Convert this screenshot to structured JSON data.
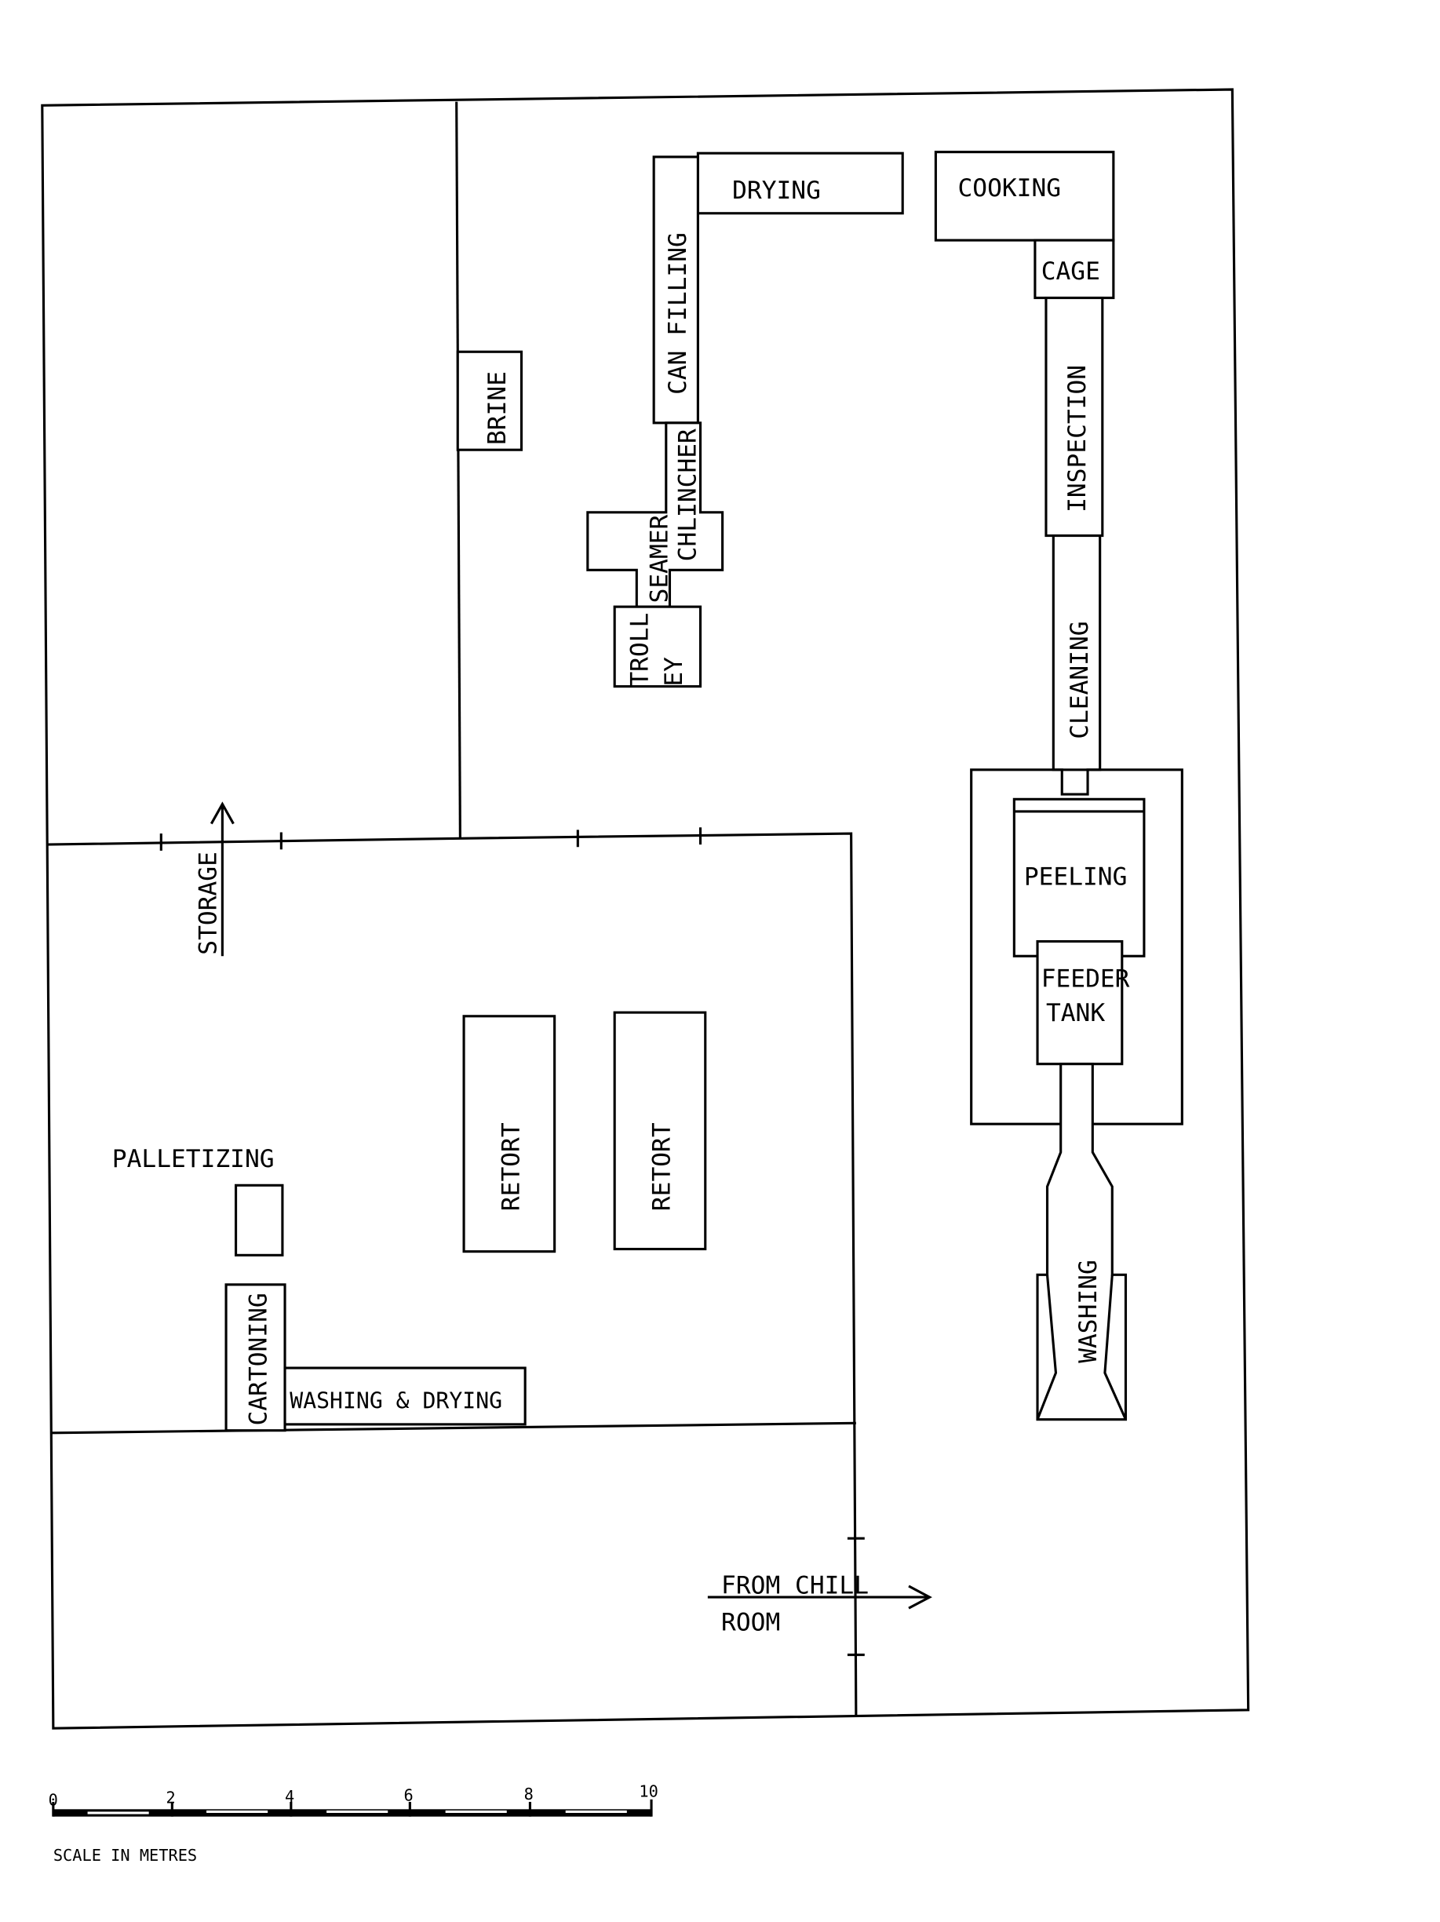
{
  "labels": {
    "drying": "DRYING",
    "can_filling": "CAN FILLING",
    "chlincher": "CHLINCHER",
    "seamer": "SEAMER",
    "trolley_1": "TROLL",
    "trolley_2": "EY",
    "brine": "BRINE",
    "cooking": "COOKING",
    "cage": "CAGE",
    "inspection": "INSPECTION",
    "cleaning": "CLEANING",
    "peeling": "PEELING",
    "feeder_1": "FEEDER",
    "feeder_2": "TANK",
    "washing": "WASHING",
    "storage": "STORAGE",
    "palletizing": "PALLETIZING",
    "cartoning": "CARTONING",
    "washing_drying": "WASHING & DRYING",
    "retort_1": "RETORT",
    "retort_2": "RETORT",
    "from_chill_1": "FROM CHILL",
    "from_chill_2": "ROOM"
  },
  "scale": {
    "ticks": [
      "0",
      "2",
      "4",
      "6",
      "8",
      "10"
    ],
    "caption": "SCALE IN METRES"
  }
}
